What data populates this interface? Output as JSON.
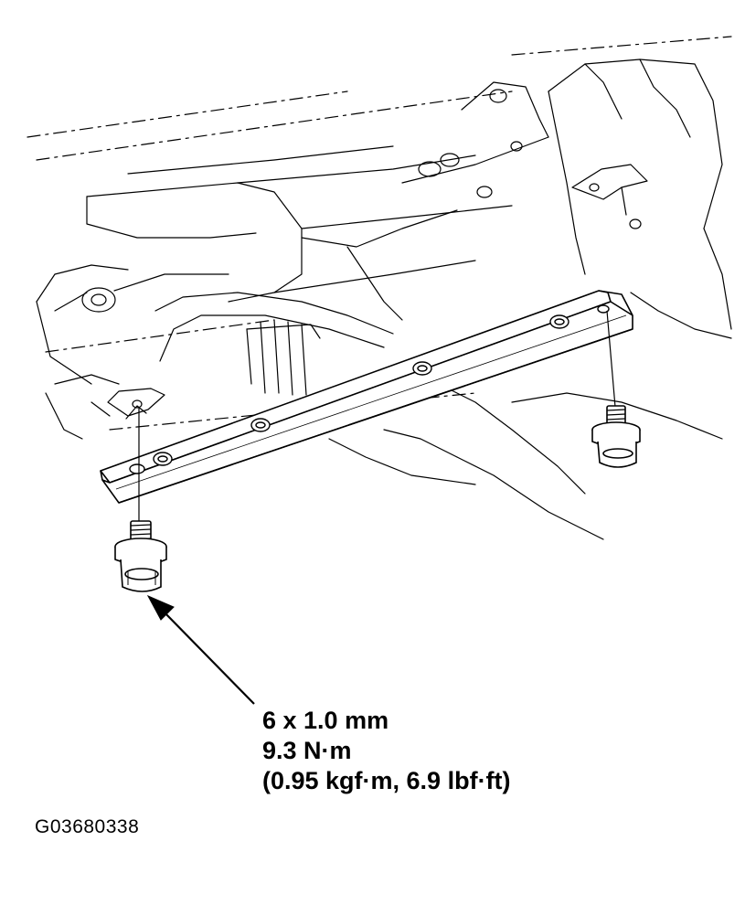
{
  "spec": {
    "thread": "6 x 1.0 mm",
    "torque_nm": "9.3 N·m",
    "torque_alt": "(0.95 kgf·m, 6.9 lbf·ft)"
  },
  "figure_id": "G03680338",
  "colors": {
    "ink": "#000000",
    "paper": "#ffffff"
  }
}
